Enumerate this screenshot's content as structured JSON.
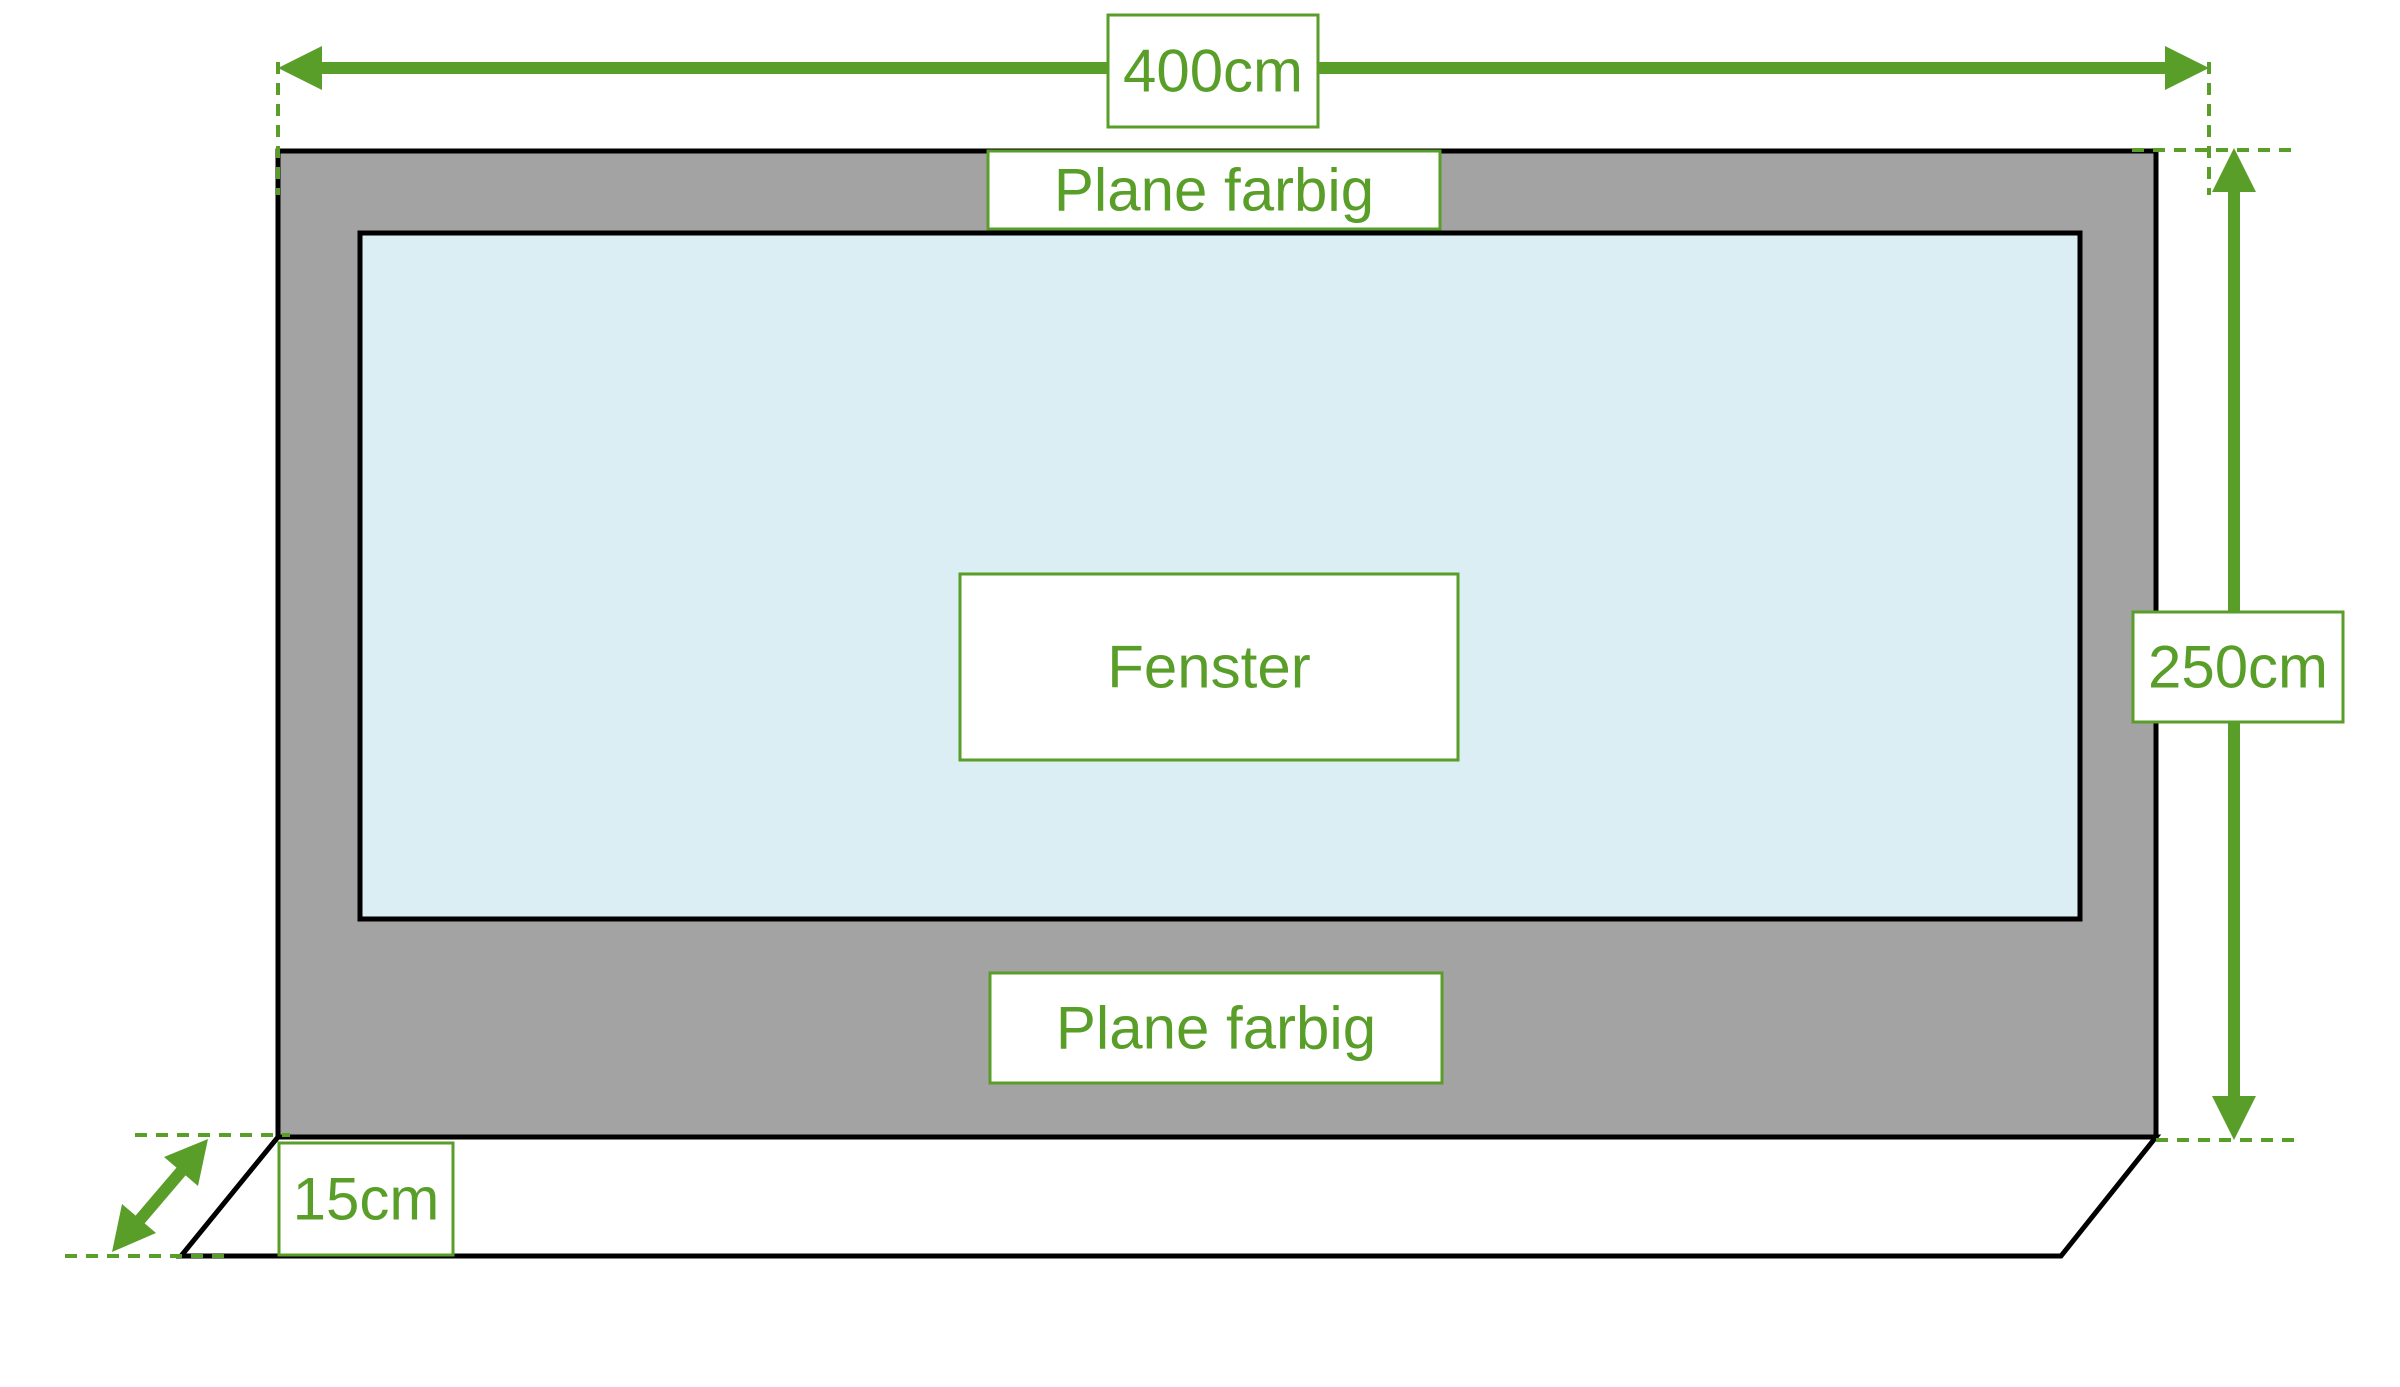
{
  "labels": {
    "width": "400cm",
    "height": "250cm",
    "depth": "15cm",
    "top_panel": "Plane farbig",
    "bottom_panel": "Plane farbig",
    "window": "Fenster"
  },
  "colors": {
    "accent": "#5a9e2a",
    "frame": "#a3a3a3",
    "window": "#daeef3",
    "outline": "#000000",
    "label_bg": "#ffffff"
  }
}
